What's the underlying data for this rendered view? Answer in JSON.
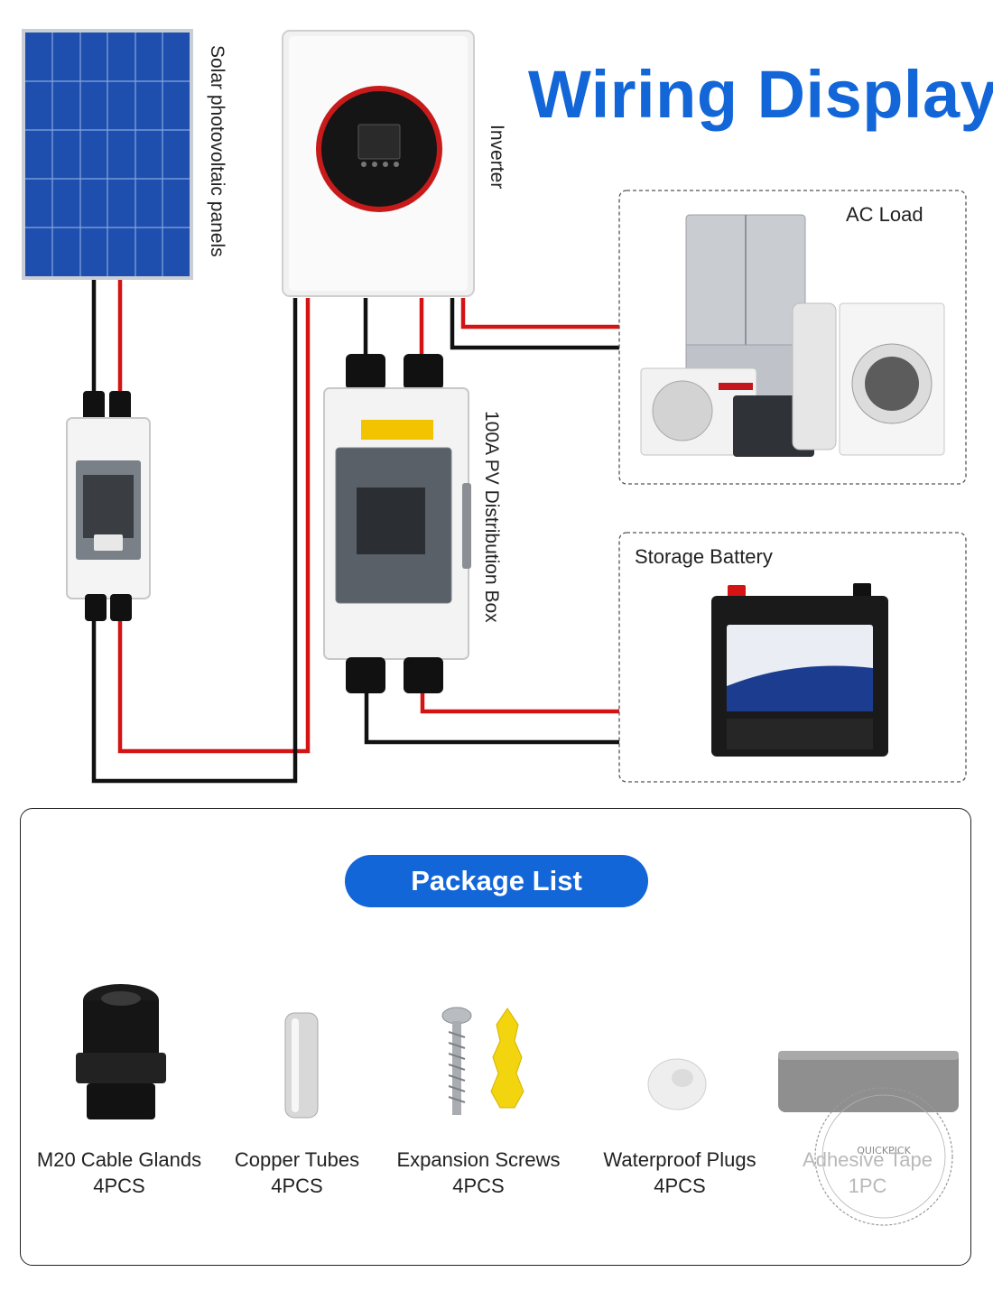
{
  "title": "Wiring Display",
  "components": {
    "solar": "Solar photovoltaic panels",
    "inverter": "Inverter",
    "distribution_box": "100A PV Distribution Box",
    "ac_load": "AC Load",
    "battery": "Storage Battery"
  },
  "package": {
    "heading": "Package List",
    "items": [
      {
        "name": "M20 Cable Glands",
        "qty": "4PCS"
      },
      {
        "name": "Copper Tubes",
        "qty": "4PCS"
      },
      {
        "name": "Expansion Screws",
        "qty": "4PCS"
      },
      {
        "name": "Waterproof Plugs",
        "qty": "4PCS"
      },
      {
        "name": "Adhesive Tape",
        "qty": "1PC"
      }
    ]
  },
  "watermark": "QUICKPICK",
  "colors": {
    "title_blue": "#1266d8",
    "wire_red": "#d41414",
    "wire_black": "#111111",
    "panel_blue": "#1f4fae"
  }
}
